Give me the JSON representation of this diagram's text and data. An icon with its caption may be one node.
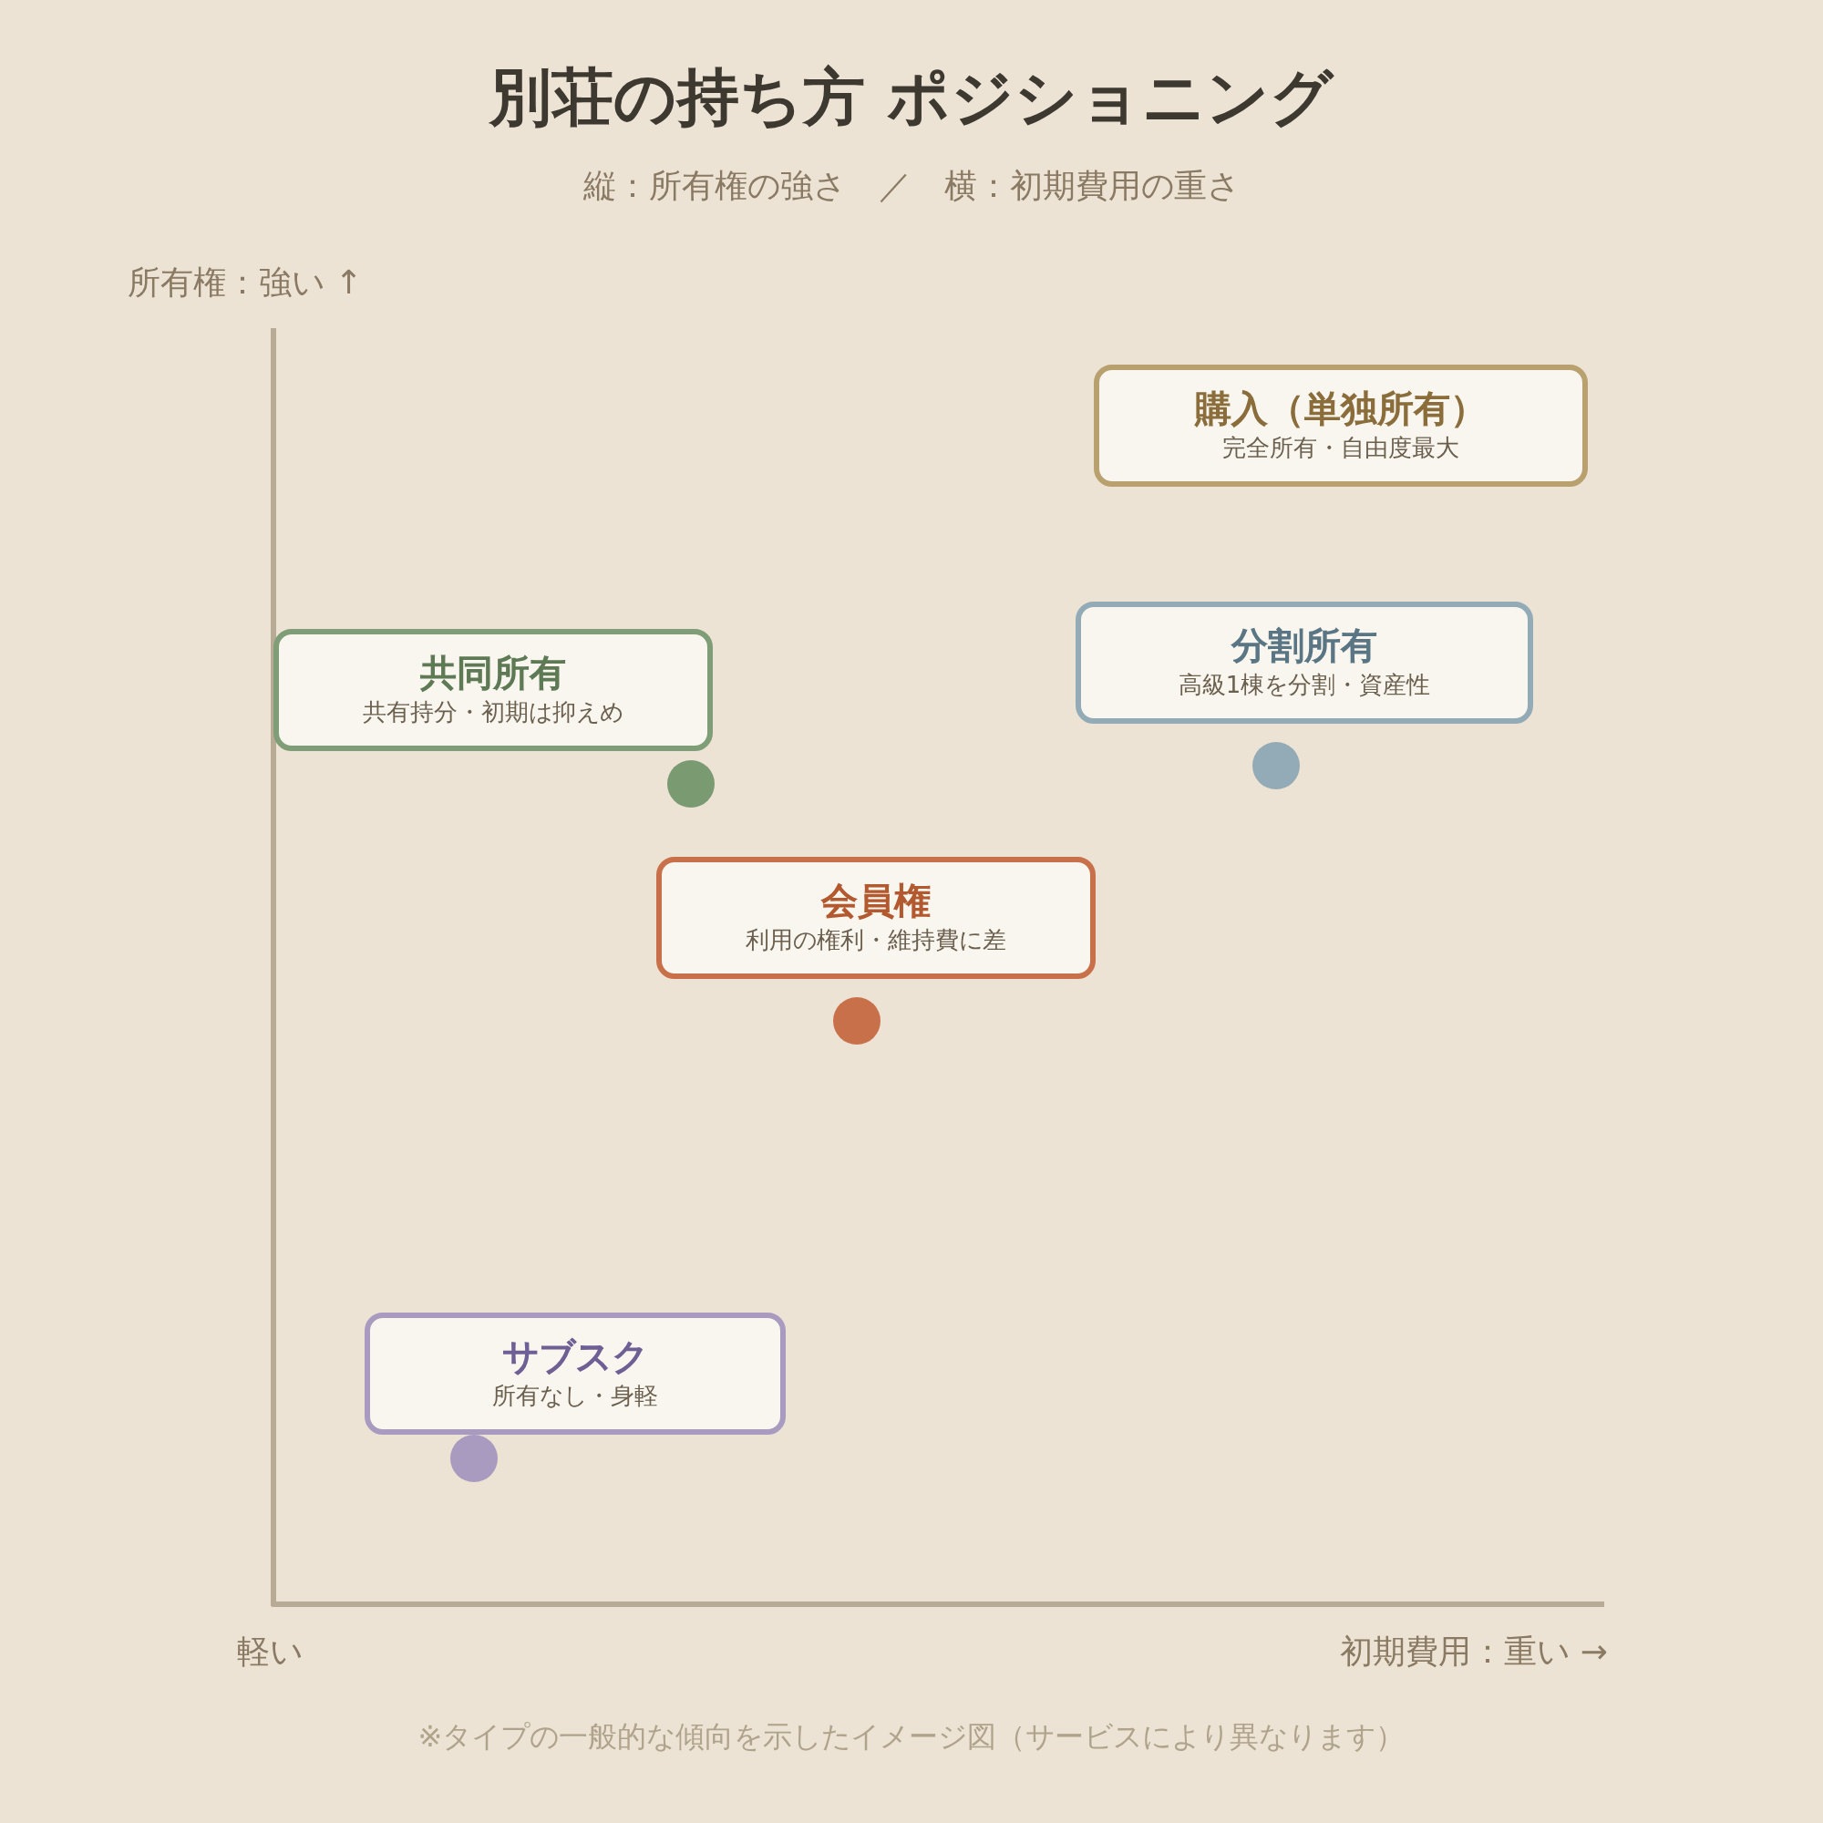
{
  "diagram": {
    "title": "別荘の持ち方 ポジショニング",
    "caption": "※タイプの一般的な傾向を示したイメージ図（サービスにより異なります）",
    "nodes": [
      {
        "text": [
          "購入（単独所有）",
          "完全所有・自由度最大"
        ]
      },
      {
        "text": [
          "共同所有",
          "共有持分・初期は抑えめ"
        ]
      },
      {
        "text": [],
        "shape": "circle"
      },
      {
        "text": [
          "分割所有",
          "高級1棟を分割・資産性"
        ]
      },
      {
        "text": [],
        "shape": "circle"
      },
      {
        "text": [
          "会員権",
          "利用の権利・維持費に差"
        ]
      },
      {
        "text": [],
        "shape": "circle"
      },
      {
        "text": [
          "サブスク",
          "所有なし・身軽"
        ]
      },
      {
        "text": [],
        "shape": "circle"
      }
    ],
    "labels": [
      "縦：所有権の強さ　／　横：初期費用の重さ",
      "所有権：強い ↑",
      "軽い",
      "初期費用：重い →"
    ]
  }
}
